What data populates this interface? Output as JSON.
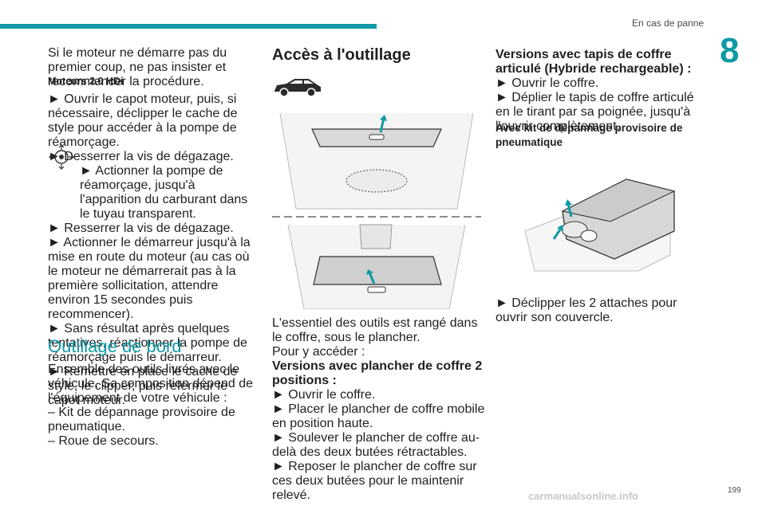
{
  "header": {
    "section_title": "En cas de panne",
    "chapter_number": "8",
    "accent_color": "#0f9aa5"
  },
  "col1": {
    "intro": "Si le moteur ne démarre pas du premier coup, ne pas insister et recommencer la procédure.",
    "moteurs_heading": "Moteurs 2.0 HDi",
    "steps": [
      "► Ouvrir le capot moteur, puis, si nécessaire, déclipper le cache de style pour accéder à la pompe de réamorçage.",
      "► Desserrer la vis de dégazage.",
      "► Actionner la pompe de réamorçage, jusqu'à l'apparition du carburant dans le tuyau transparent.",
      "► Resserrer la vis de dégazage.",
      "► Actionner le démarreur jusqu'à la mise en route du moteur (au cas où le moteur ne démarrerait pas à la première sollicitation, attendre environ 15 secondes puis recommencer).",
      "► Sans résultat après quelques tentatives, réactionner la pompe de réamorçage puis le démarreur.",
      "► Remettre en place le cache de style, le clipper, puis refermer le capot moteur."
    ],
    "outillage_heading": "Outillage de bord",
    "outillage_text": "Ensemble des outils livrés avec le véhicule. Sa composition dépend de l'équipement de votre véhicule :",
    "outillage_items": [
      "– Kit de dépannage provisoire de pneumatique.",
      "– Roue de secours."
    ]
  },
  "col2": {
    "heading": "Accès à l'outillage",
    "body_1": "L'essentiel des outils est rangé dans le coffre, sous le plancher.",
    "body_2": "Pour y accéder :",
    "versions_heading": "Versions avec plancher de coffre 2 positions :",
    "steps": [
      "► Ouvrir le coffre.",
      "► Placer le plancher de coffre mobile en position haute.",
      "► Soulever le plancher de coffre au-delà des deux butées rétractables.",
      "► Reposer le plancher de coffre sur ces deux butées pour le maintenir relevé."
    ]
  },
  "col3": {
    "versions_heading": "Versions avec tapis de coffre articulé (Hybride rechargeable) :",
    "steps": [
      "► Ouvrir le coffre.",
      "► Déplier le tapis de coffre articulé en le tirant par sa poignée, jusqu'à l'ouvrir complètement."
    ],
    "kit_heading": "Avec kit de dépannage provisoire de pneumatique",
    "kit_step": "► Déclipper les 2 attaches pour ouvrir son couvercle."
  },
  "footer": {
    "page_number": "199",
    "watermark": "carmanualsonline.info"
  }
}
